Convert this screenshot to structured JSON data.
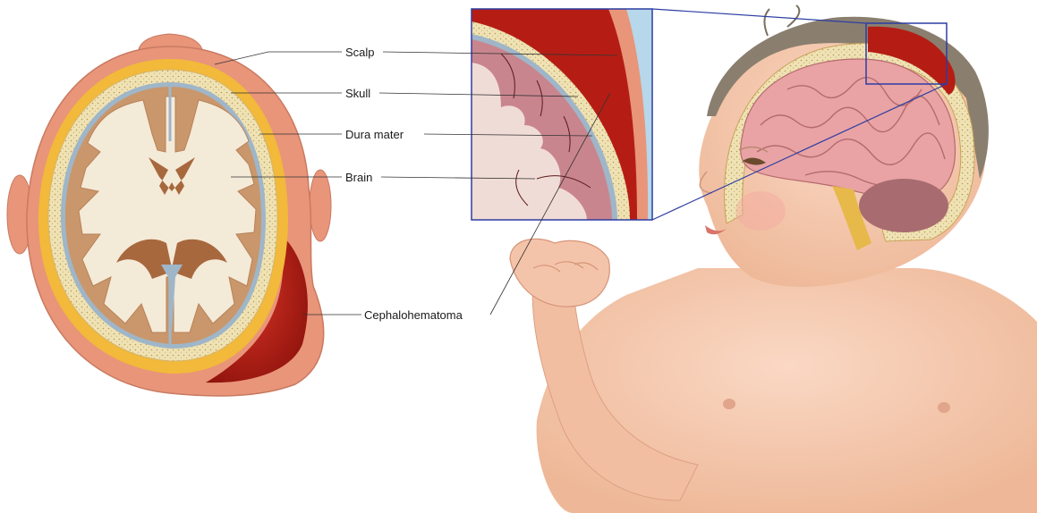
{
  "labels": {
    "scalp": "Scalp",
    "skull": "Skull",
    "dura_mater": "Dura mater",
    "brain": "Brain",
    "cephalohematoma": "Cephalohematoma"
  },
  "colors": {
    "background": "#ffffff",
    "scalp": "#e8957a",
    "fat_layer": "#f2b93a",
    "skull": "#efe2b4",
    "dura": "#9fb6c9",
    "white_matter": "#f4ead8",
    "grey_matter": "#c9976b",
    "hematoma": "#b51d14",
    "ventricle": "#a8683e",
    "skin": "#f4c7ad",
    "brain_pink": "#e9a3a4",
    "hair": "#8a7f6f",
    "inset_bg": "#b7d7ea",
    "inset_border": "#2d3da3"
  }
}
